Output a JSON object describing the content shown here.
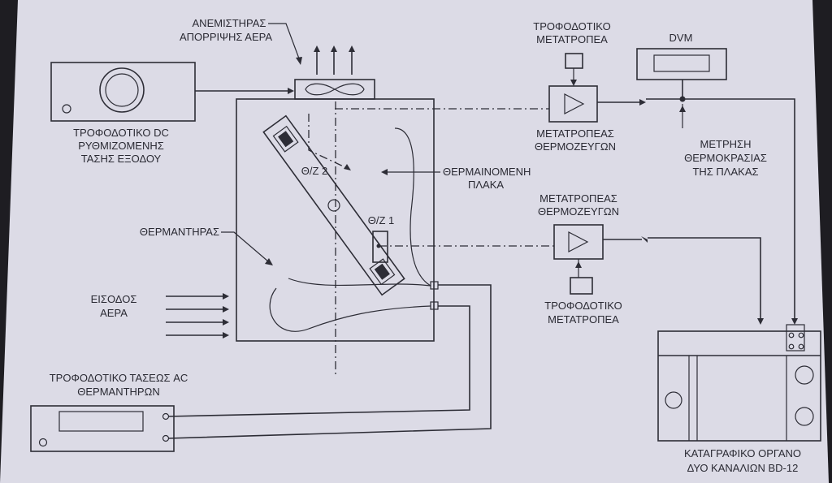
{
  "labels": {
    "dc_supply": [
      "ΤΡΟΦΟΔΟΤΙΚΟ DC",
      "ΡΥΘΜΙΖΟΜΕΝΗΣ",
      "ΤΑΣΗΣ ΕΞΟΔΟΥ"
    ],
    "fan": [
      "ΑΝΕΜΙΣΤΗΡΑΣ",
      "ΑΠΟΡΡΙΨΗΣ ΑΕΡΑ"
    ],
    "converter_supply_top": [
      "ΤΡΟΦΟΔΟΤΙΚΟ",
      "ΜΕΤΑΤΡΟΠΕΑ"
    ],
    "dvm": "DVM",
    "converter_top": [
      "ΜΕΤΑΤΡΟΠΕΑΣ",
      "ΘΕΡΜΟΖΕΥΓΩΝ"
    ],
    "plate_temp": [
      "ΜΕΤΡΗΣΗ",
      "ΘΕΡΜΟΚΡΑΣΙΑΣ",
      "ΤΗΣ ΠΛΑΚΑΣ"
    ],
    "tc2": "Θ/Ζ 2",
    "heated_plate": [
      "ΘΕΡΜΑΙΝΟΜΕΝΗ",
      "ΠΛΑΚΑ"
    ],
    "converter_mid": [
      "ΜΕΤΑΤΡΟΠΕΑΣ",
      "ΘΕΡΜΟΖΕΥΓΩΝ"
    ],
    "tc1": "Θ/Ζ 1",
    "heater": "ΘΕΡΜΑΝΤΗΡΑΣ",
    "air_inlet": [
      "ΕΙΣΟΔΟΣ",
      "ΑΕΡΑ"
    ],
    "converter_supply_bottom": [
      "ΤΡΟΦΟΔΟΤΙΚΟ",
      "ΜΕΤΑΤΡΟΠΕΑ"
    ],
    "ac_supply": [
      "ΤΡΟΦΟΔΟΤΙΚΟ ΤΑΣΕΩΣ AC",
      "ΘΕΡΜΑΝΤΗΡΩΝ"
    ],
    "recorder": [
      "ΚΑΤΑΓΡΑΦΙΚΟ ΟΡΓΑΝΟ",
      "ΔΥΟ ΚΑΝΑΛΙΩΝ BD-12"
    ]
  },
  "colors": {
    "paper": "#dcdbe6",
    "ink": "#2d2d36",
    "background": "#1e1d22"
  }
}
